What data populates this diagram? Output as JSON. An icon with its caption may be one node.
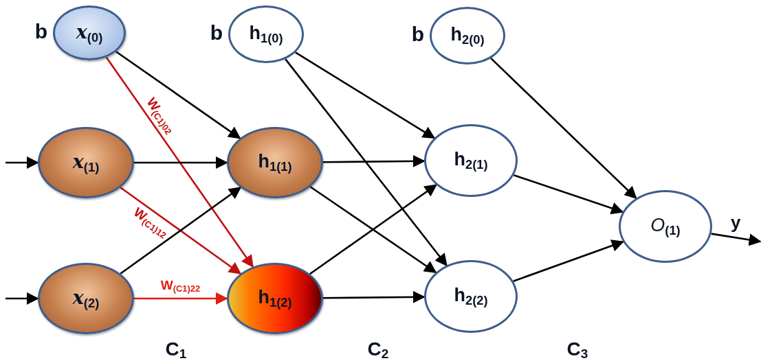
{
  "diagram": {
    "nodes": [
      {
        "text": [
          "x$_{(0)}$"
        ],
        "beside": [
          "b"
        ]
      },
      {
        "text": [
          "x$_{(1)}$"
        ]
      },
      {
        "text": [
          "x$_{(2)}$"
        ]
      },
      {
        "text": [
          "h$_{1(0)}$"
        ],
        "beside": [
          "b"
        ]
      },
      {
        "text": [
          "h$_{1(1)}$"
        ]
      },
      {
        "text": [
          "h$_{1(2)}$"
        ]
      },
      {
        "text": [
          "h$_{2(0)}$"
        ],
        "beside": [
          "b"
        ]
      },
      {
        "text": [
          "h$_{2(1)}$"
        ]
      },
      {
        "text": [
          "h$_{2(2)}$"
        ]
      },
      {
        "text": [
          "O$_{(1)}$"
        ]
      }
    ],
    "edges": [
      {
        "from": null,
        "to": 1,
        "arrow": "to"
      },
      {
        "from": null,
        "to": 2,
        "arrow": "to"
      },
      {
        "from": 0,
        "to": 4,
        "arrow": "to"
      },
      {
        "from": 0,
        "to": 5,
        "arrow": "to",
        "label": "W$_{(C1)02}$",
        "color": "#c01010"
      },
      {
        "from": 1,
        "to": 4,
        "arrow": "to"
      },
      {
        "from": 1,
        "to": 5,
        "arrow": "to",
        "label": "W$_{(C1)12}$",
        "color": "#c01010"
      },
      {
        "from": 2,
        "to": 4,
        "arrow": "to"
      },
      {
        "from": 2,
        "to": 5,
        "arrow": "to",
        "label": "W$_{(C1)22}$",
        "color": "#e01e10"
      },
      {
        "from": 3,
        "to": 7,
        "arrow": "to"
      },
      {
        "from": 3,
        "to": 8,
        "arrow": "to"
      },
      {
        "from": 4,
        "to": 7,
        "arrow": "to"
      },
      {
        "from": 4,
        "to": 8,
        "arrow": "to"
      },
      {
        "from": 5,
        "to": 7,
        "arrow": "to"
      },
      {
        "from": 5,
        "to": 8,
        "arrow": "to"
      },
      {
        "from": 6,
        "to": 9,
        "arrow": "to"
      },
      {
        "from": 7,
        "to": 9,
        "arrow": "to"
      },
      {
        "from": 8,
        "to": 9,
        "arrow": "to"
      },
      {
        "from": 9,
        "to": null,
        "arrow": "to",
        "label": "y"
      }
    ],
    "labels": [
      "C$_{1}$",
      "C$_{2}$",
      "C$_{3}$"
    ]
  }
}
